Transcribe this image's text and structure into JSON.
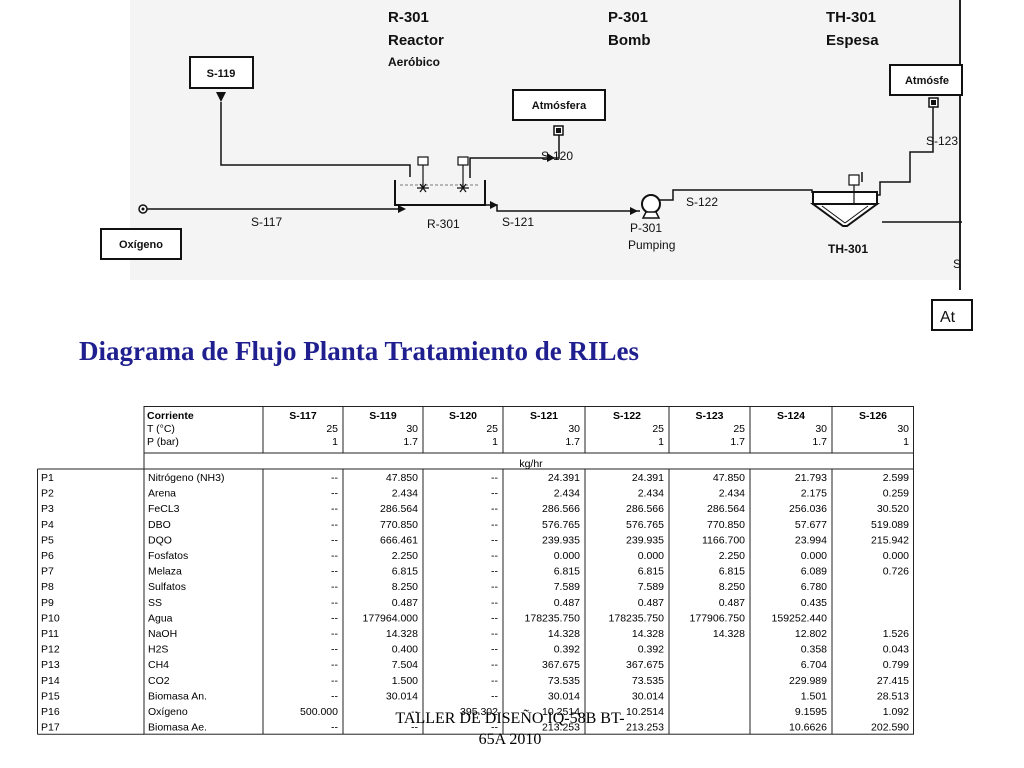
{
  "flowsheet": {
    "unit_headers": [
      {
        "tag": "R-301",
        "name": "Reactor",
        "sub": "Aeróbico"
      },
      {
        "tag": "P-301",
        "name": "Bomb",
        "sub": ""
      },
      {
        "tag": "TH-301",
        "name": "Espesa",
        "sub": ""
      }
    ],
    "boxes": {
      "s119": "S-119",
      "atmosfera1": "Atmósfera",
      "atmosfera2": "Atmósfe",
      "oxigeno": "Oxígeno",
      "partial_a": "At"
    },
    "streams": {
      "s117": "S-117",
      "s120": "S-120",
      "s121": "S-121",
      "s122": "S-122",
      "s123": "S-123",
      "s_partial": "S"
    },
    "equipment": {
      "r301": "R-301",
      "p301": "P-301",
      "p301_desc": "Pumping",
      "th301": "TH-301"
    }
  },
  "title": "Diagrama de Flujo Planta Tratamiento de RILes",
  "table": {
    "header": {
      "corriente": "Corriente",
      "temp": "T (°C)",
      "pres": "P (bar)",
      "units": "kg/hr"
    },
    "streams": [
      "S-117",
      "S-119",
      "S-120",
      "S-121",
      "S-122",
      "S-123",
      "S-124",
      "S-126"
    ],
    "temps": [
      "25",
      "30",
      "25",
      "30",
      "25",
      "25",
      "30",
      "30"
    ],
    "pressures": [
      "1",
      "1.7",
      "1",
      "1.7",
      "1",
      "1.7",
      "1.7",
      "1"
    ],
    "rows": [
      {
        "id": "P1",
        "name": "Nitrógeno (NH3)",
        "values": [
          "--",
          "47.850",
          "--",
          "24.391",
          "24.391",
          "47.850",
          "21.793",
          "2.599"
        ]
      },
      {
        "id": "P2",
        "name": "Arena",
        "values": [
          "--",
          "2.434",
          "--",
          "2.434",
          "2.434",
          "2.434",
          "2.175",
          "0.259"
        ]
      },
      {
        "id": "P3",
        "name": "FeCL3",
        "values": [
          "--",
          "286.564",
          "--",
          "286.566",
          "286.566",
          "286.564",
          "256.036",
          "30.520"
        ]
      },
      {
        "id": "P4",
        "name": "DBO",
        "values": [
          "--",
          "770.850",
          "--",
          "576.765",
          "576.765",
          "770.850",
          "57.677",
          "519.089"
        ]
      },
      {
        "id": "P5",
        "name": "DQO",
        "values": [
          "--",
          "666.461",
          "--",
          "239.935",
          "239.935",
          "1166.700",
          "23.994",
          "215.942"
        ]
      },
      {
        "id": "P6",
        "name": "Fosfatos",
        "values": [
          "--",
          "2.250",
          "--",
          "0.000",
          "0.000",
          "2.250",
          "0.000",
          "0.000"
        ]
      },
      {
        "id": "P7",
        "name": "Melaza",
        "values": [
          "--",
          "6.815",
          "--",
          "6.815",
          "6.815",
          "6.815",
          "6.089",
          "0.726"
        ]
      },
      {
        "id": "P8",
        "name": "Sulfatos",
        "values": [
          "--",
          "8.250",
          "--",
          "7.589",
          "7.589",
          "8.250",
          "6.780",
          ""
        ]
      },
      {
        "id": "P9",
        "name": "SS",
        "values": [
          "--",
          "0.487",
          "--",
          "0.487",
          "0.487",
          "0.487",
          "0.435",
          ""
        ]
      },
      {
        "id": "P10",
        "name": "Agua",
        "values": [
          "--",
          "177964.000",
          "--",
          "178235.750",
          "178235.750",
          "177906.750",
          "159252.440",
          ""
        ]
      },
      {
        "id": "P11",
        "name": "NaOH",
        "values": [
          "--",
          "14.328",
          "--",
          "14.328",
          "14.328",
          "14.328",
          "12.802",
          "1.526"
        ]
      },
      {
        "id": "P12",
        "name": "H2S",
        "values": [
          "--",
          "0.400",
          "--",
          "0.392",
          "0.392",
          "",
          "0.358",
          "0.043"
        ]
      },
      {
        "id": "P13",
        "name": "CH4",
        "values": [
          "--",
          "7.504",
          "--",
          "367.675",
          "367.675",
          "",
          "6.704",
          "0.799"
        ]
      },
      {
        "id": "P14",
        "name": "CO2",
        "values": [
          "--",
          "1.500",
          "--",
          "73.535",
          "73.535",
          "",
          "229.989",
          "27.415"
        ]
      },
      {
        "id": "P15",
        "name": "Biomasa An.",
        "values": [
          "--",
          "30.014",
          "--",
          "30.014",
          "30.014",
          "",
          "1.501",
          "28.513"
        ]
      },
      {
        "id": "P16",
        "name": "Oxígeno",
        "values": [
          "500.000",
          "--",
          "395.302",
          "10.2514",
          "10.2514",
          "",
          "9.1595",
          "1.092"
        ]
      },
      {
        "id": "P17",
        "name": "Biomasa Ae.",
        "values": [
          "--",
          "--",
          "--",
          "213.253",
          "213.253",
          "",
          "10.6626",
          "202.590"
        ]
      }
    ]
  },
  "footer": {
    "line1": "TALLER DE DISEÑO IQ-58B  BT-",
    "line2": "65A 2010"
  }
}
